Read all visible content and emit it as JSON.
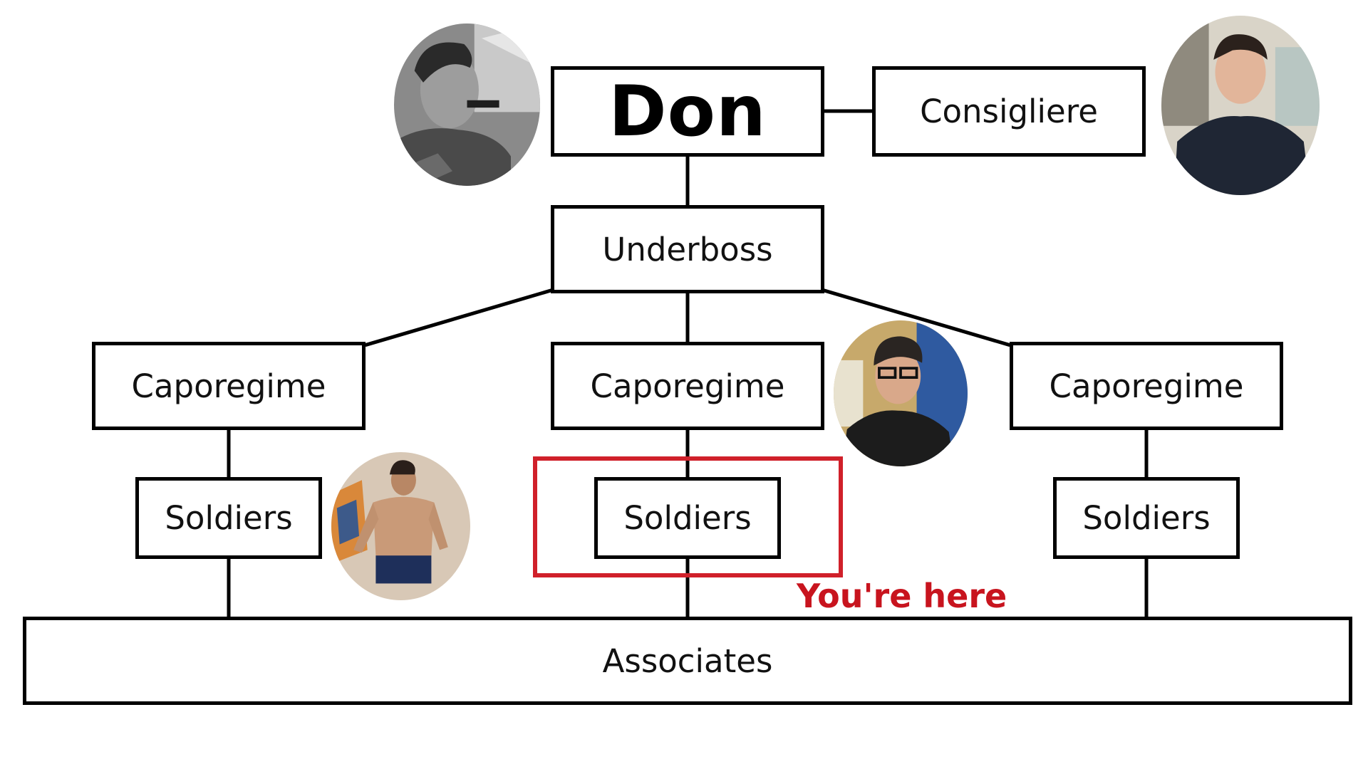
{
  "nodes": {
    "don": "Don",
    "consigliere": "Consigliere",
    "underboss": "Underboss",
    "caporegime_left": "Caporegime",
    "caporegime_center": "Caporegime",
    "caporegime_right": "Caporegime",
    "soldiers_left": "Soldiers",
    "soldiers_center": "Soldiers",
    "soldiers_right": "Soldiers",
    "associates": "Associates"
  },
  "highlight": {
    "label": "You're here",
    "color": "#d0202a"
  },
  "avatars": [
    "don-photo",
    "consigliere-photo",
    "caporegime-photo",
    "soldier-photo"
  ]
}
